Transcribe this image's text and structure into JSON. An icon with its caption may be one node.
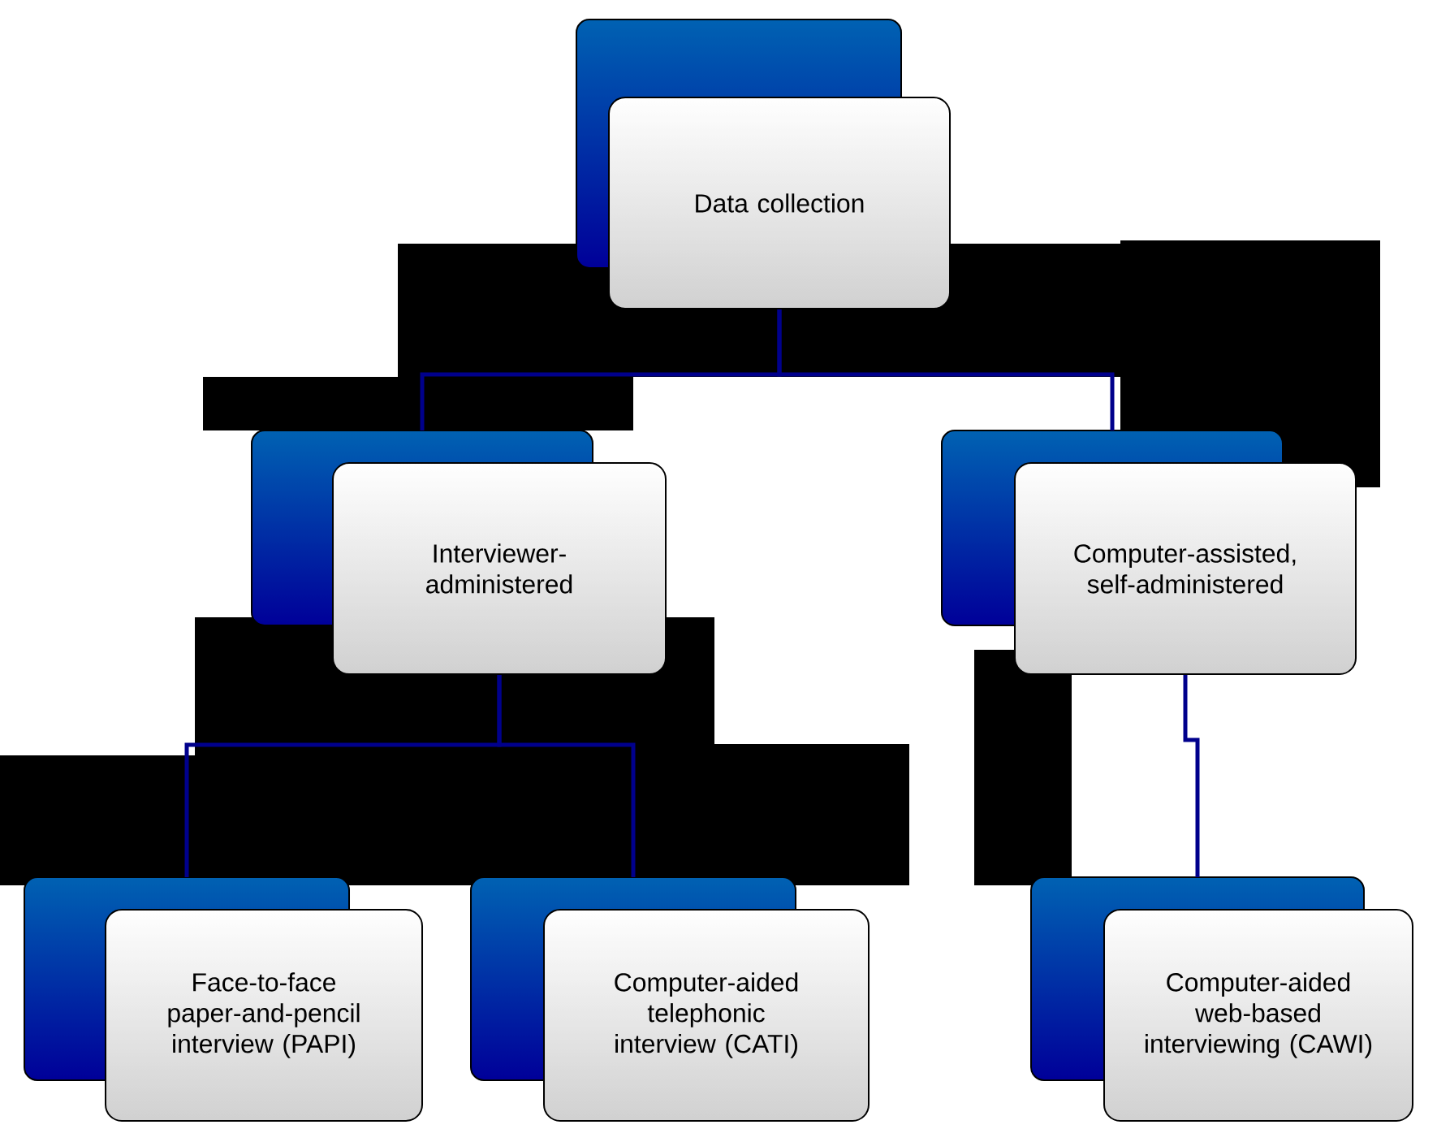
{
  "diagram": {
    "nodes": [
      {
        "text": [
          "Data collection"
        ]
      },
      {
        "text": [
          "Interviewer-administered"
        ]
      },
      {
        "text": [
          "Computer-assisted, self-administered"
        ]
      },
      {
        "text": [
          "Face-to-face paper-and-pencil interview (PAPI)"
        ]
      },
      {
        "text": [
          "Computer-aided telephonic interview (CATI)"
        ]
      },
      {
        "text": [
          "Computer-aided web-based interviewing (CAWI)"
        ]
      }
    ],
    "edges": [
      {
        "from": 0,
        "to": 1,
        "arrow": "none"
      },
      {
        "from": 0,
        "to": 2,
        "arrow": "none"
      },
      {
        "from": 1,
        "to": 3,
        "arrow": "none"
      },
      {
        "from": 1,
        "to": 4,
        "arrow": "none"
      },
      {
        "from": 2,
        "to": 5,
        "arrow": "none"
      }
    ]
  }
}
